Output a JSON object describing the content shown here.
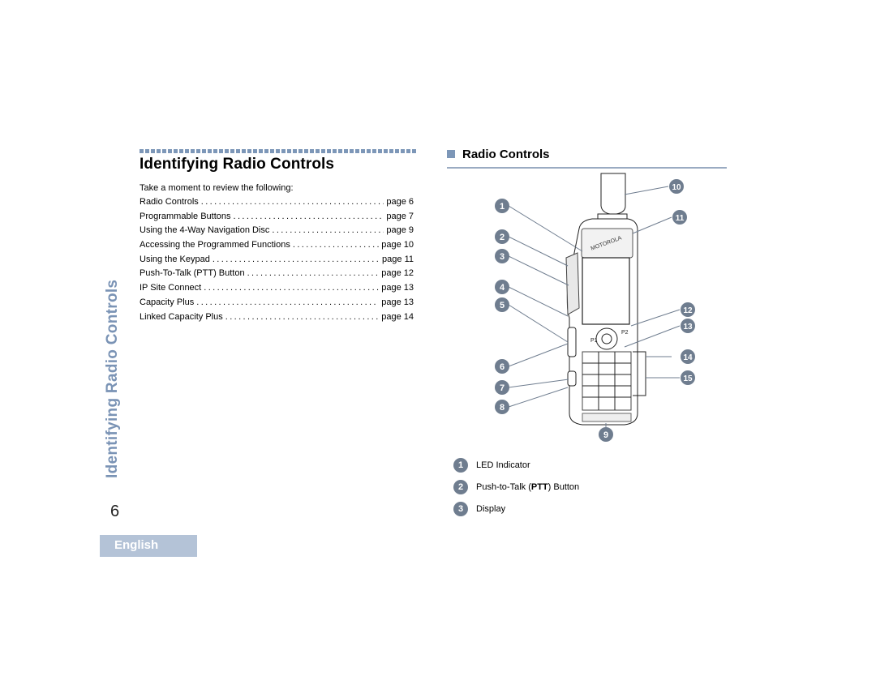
{
  "section": {
    "title": "Identifying Radio Controls",
    "intro": "Take a moment to review the following:",
    "toc": [
      {
        "title": "Radio Controls",
        "page": "page 6"
      },
      {
        "title": "Programmable Buttons",
        "page": "page 7"
      },
      {
        "title": "Using the 4-Way Navigation Disc",
        "page": "page 9"
      },
      {
        "title": "Accessing the Programmed Functions",
        "page": "page 10"
      },
      {
        "title": "Using the Keypad",
        "page": "page 11"
      },
      {
        "title": "Push-To-Talk (PTT) Button",
        "page": "page 12"
      },
      {
        "title": "IP Site Connect",
        "page": "page 13"
      },
      {
        "title": "Capacity Plus",
        "page": "page 13"
      },
      {
        "title": "Linked Capacity Plus",
        "page": "page 14"
      }
    ]
  },
  "sidebar": {
    "vertical_title": "Identifying Radio Controls",
    "page_number": "6",
    "language_tab": "English"
  },
  "subsection": {
    "title": "Radio Controls"
  },
  "figure": {
    "callouts": [
      "1",
      "2",
      "3",
      "4",
      "5",
      "6",
      "7",
      "8",
      "9",
      "10",
      "11",
      "12",
      "13",
      "14",
      "15"
    ],
    "brand_text": "MOTOROLA",
    "key_labels": [
      "P1",
      "P2"
    ]
  },
  "legend": [
    {
      "number": "1",
      "label": "LED Indicator"
    },
    {
      "number": "2",
      "label_before": "Push-to-Talk (",
      "label_bold": "PTT",
      "label_after": ") Button"
    },
    {
      "number": "3",
      "label": "Display"
    }
  ],
  "colors": {
    "accent": "#7d97b8",
    "tab_background": "#b4c3d7",
    "callout_badge": "#6f7d8f"
  }
}
